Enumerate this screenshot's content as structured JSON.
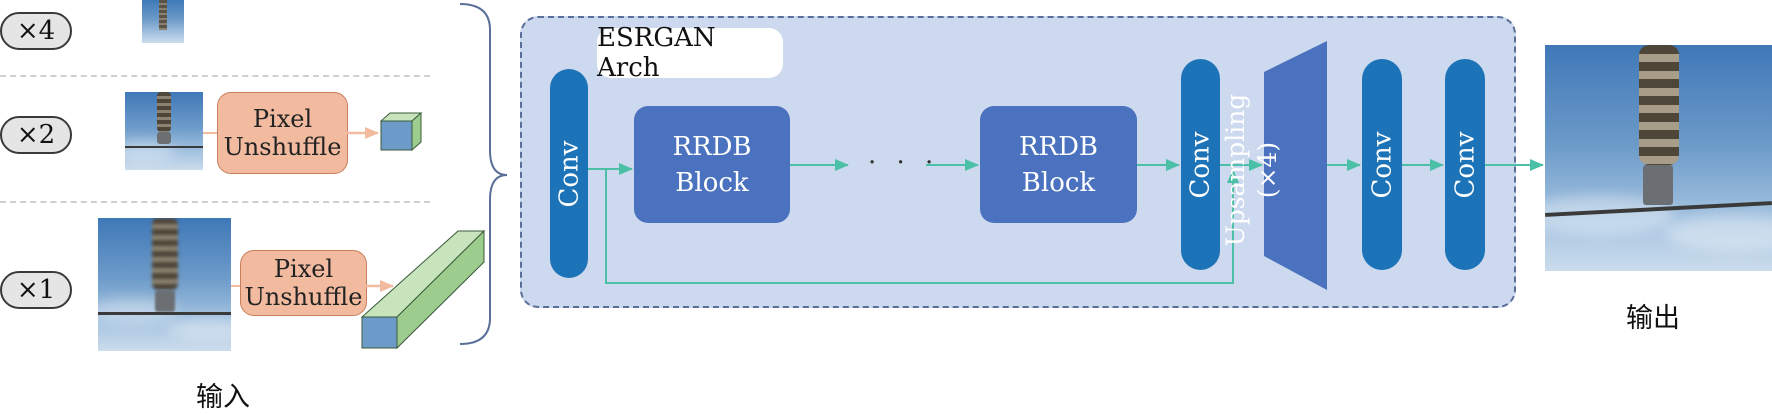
{
  "inputs": {
    "scales": [
      "×4",
      "×2",
      "×1"
    ],
    "pixel_unshuffle": [
      "Pixel",
      "Unshuffle"
    ],
    "caption": "输入"
  },
  "arch": {
    "title": "ESRGAN Arch",
    "conv_label": "Conv",
    "rrdb": [
      "RRDB",
      "Block"
    ],
    "ellipsis": "· · ·",
    "upsampling": [
      "Upsampling",
      "(×4)"
    ]
  },
  "output": {
    "caption": "输出"
  },
  "colors": {
    "conv": "#1d73b8",
    "rrdb": "#4a72bf",
    "arch_bg": "#ccd9ee",
    "pixel_unshuffle": "#f2bba0",
    "tensor": "#a7d39c",
    "arrow": "#4cc0a6"
  }
}
